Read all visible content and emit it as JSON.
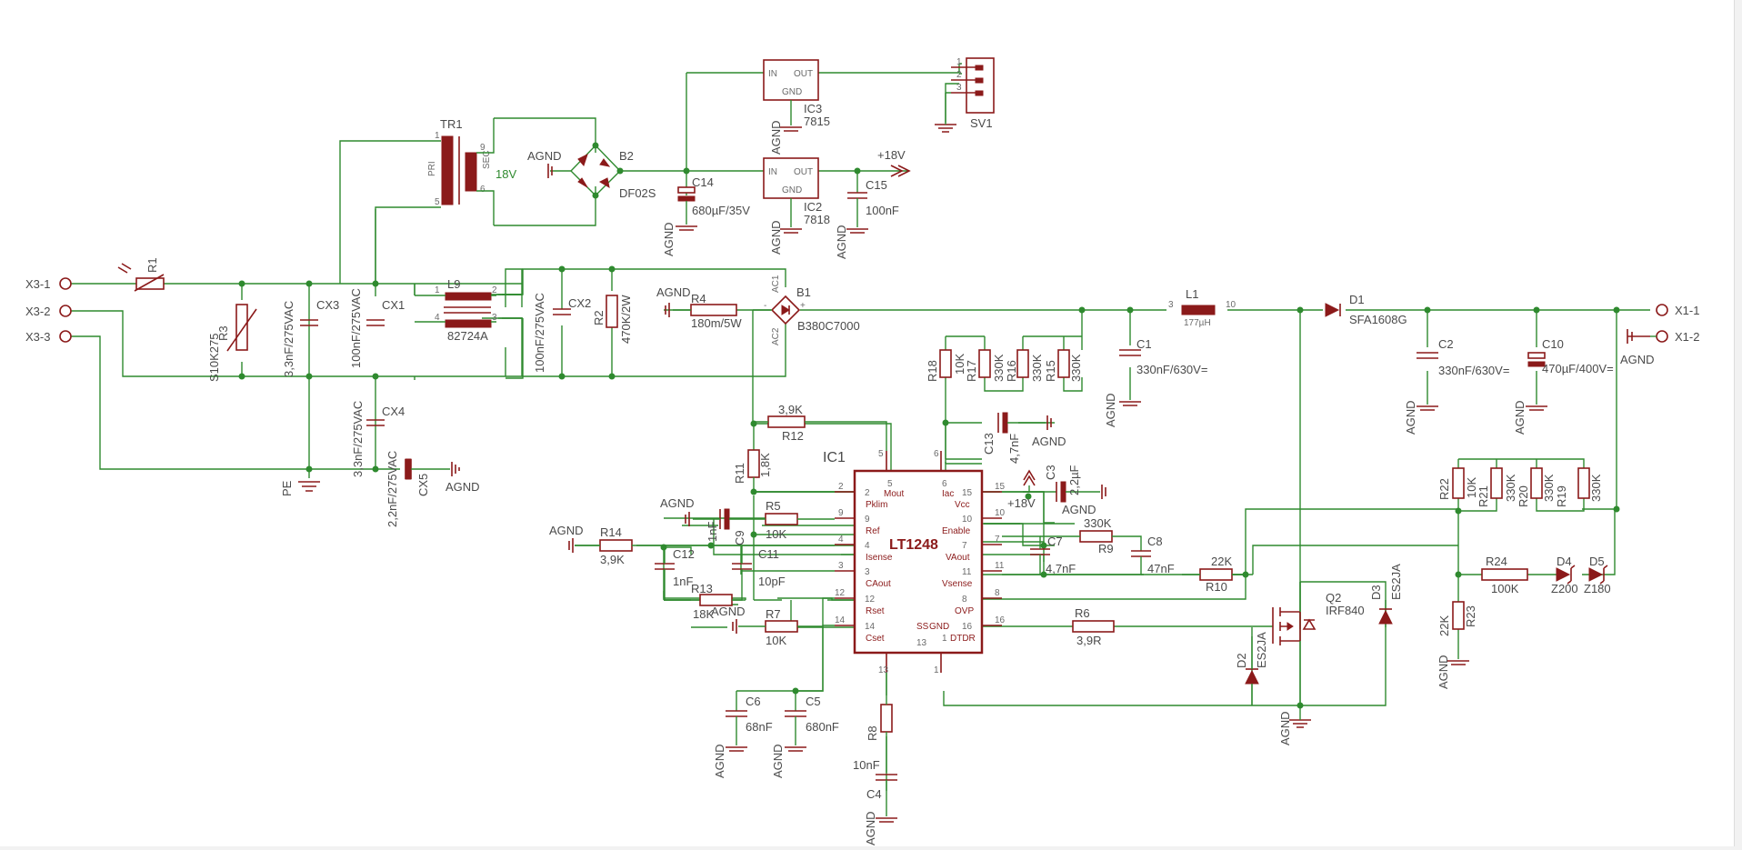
{
  "connectors": {
    "x3_1": "X3-1",
    "x3_2": "X3-2",
    "x3_3": "X3-3",
    "x1_1": "X1-1",
    "x1_2": "X1-2",
    "sv1": "SV1",
    "sv1_pins": [
      "1",
      "2",
      "3"
    ]
  },
  "nets": {
    "agnd": "AGND",
    "pe": "PE",
    "plus18": "+18V"
  },
  "ic1": {
    "ref": "IC1",
    "name": "LT1248"
  },
  "ic1_pins_left": [
    {
      "num": "2",
      "name": "Pklim"
    },
    {
      "num": "9",
      "name": "Ref"
    },
    {
      "num": "4",
      "name": "Isense"
    },
    {
      "num": "3",
      "name": "CAout"
    },
    {
      "num": "12",
      "name": "Rset"
    },
    {
      "num": "14",
      "name": "Cset"
    }
  ],
  "ic1_pins_right": [
    {
      "num": "15",
      "name": "Vcc"
    },
    {
      "num": "10",
      "name": "Enable"
    },
    {
      "num": "7",
      "name": "VAout"
    },
    {
      "num": "11",
      "name": "Vsense"
    },
    {
      "num": "8",
      "name": "OVP"
    },
    {
      "num": "16",
      "name": "DTDR"
    }
  ],
  "ic1_pins_top": [
    {
      "num": "5",
      "name": "Mout"
    },
    {
      "num": "6",
      "name": "Iac"
    }
  ],
  "ic1_pins_bottom": [
    {
      "num": "13",
      "name": "SS"
    },
    {
      "num": "1",
      "name": "GND"
    }
  ],
  "ic1_outer_pins": {
    "p2": "2",
    "p9": "9",
    "p4": "4",
    "p3": "3",
    "p12": "12",
    "p14": "14",
    "p15": "15",
    "p10": "10",
    "p7": "7",
    "p11": "11",
    "p8": "8",
    "p16": "16",
    "p5": "5",
    "p6": "6",
    "p13": "13",
    "p1": "1"
  },
  "ic3": {
    "ref": "IC3",
    "val": "7815",
    "in": "IN",
    "out": "OUT",
    "gnd": "GND"
  },
  "ic2": {
    "ref": "IC2",
    "val": "7818",
    "in": "IN",
    "out": "OUT",
    "gnd": "GND"
  },
  "tr1": {
    "ref": "TR1",
    "pri": "PRI",
    "sec": "SEC",
    "v": "18V",
    "p1": "1",
    "p5": "5",
    "p9": "9",
    "p6": "6"
  },
  "b2": {
    "ref": "B2",
    "val": "DF02S"
  },
  "b1": {
    "ref": "B1",
    "val": "B380C7000",
    "ac1": "AC1",
    "ac2": "AC2",
    "plus": "+",
    "minus": "-"
  },
  "l9": {
    "ref": "L9",
    "val": "82724A",
    "p1": "1",
    "p2": "2",
    "p3": "3",
    "p4": "4"
  },
  "l1": {
    "ref": "L1",
    "val": "177µH",
    "p3": "3",
    "p10": "10"
  },
  "q2": {
    "ref": "Q2",
    "val": "IRF840"
  },
  "d1": {
    "ref": "D1",
    "val": "SFA1608G"
  },
  "d2": {
    "ref": "D2",
    "val": "ES2JA"
  },
  "d3": {
    "ref": "D3",
    "val": "ES2JA"
  },
  "d4": {
    "ref": "D4",
    "val": "Z200"
  },
  "d5": {
    "ref": "D5",
    "val": "Z180"
  },
  "parts": {
    "r1": "R1",
    "r3": "R3",
    "r3v": "S10K275",
    "r2": "R2",
    "r2v": "470K/2W",
    "r4": "R4",
    "r4v": "180m/5W",
    "r5": "R5",
    "r5v": "10K",
    "r6": "R6",
    "r6v": "3,9R",
    "r7": "R7",
    "r7v": "10K",
    "r8": "R8",
    "r9": "R9",
    "r9v": "330K",
    "r10": "R10",
    "r10v": "22K",
    "r11": "R11",
    "r11v": "1,8K",
    "r12": "R12",
    "r12v": "3,9K",
    "r13": "R13",
    "r13v": "18K",
    "r14": "R14",
    "r14v": "3,9K",
    "r15": "R15",
    "r15v": "330K",
    "r16": "R16",
    "r16v": "330K",
    "r17": "R17",
    "r17v": "330K",
    "r18": "R18",
    "r18v": "10K",
    "r19": "R19",
    "r19v": "330K",
    "r20": "R20",
    "r20v": "330K",
    "r21": "R21",
    "r21v": "330K",
    "r22": "R22",
    "r22v": "10K",
    "r23": "R23",
    "r23v": "22K",
    "r24": "R24",
    "r24v": "100K",
    "c1": "C1",
    "c1v": "330nF/630V=",
    "c2": "C2",
    "c2v": "330nF/630V=",
    "c3": "C3",
    "c3v": "2,2µF",
    "c4": "C4",
    "c4v": "10nF",
    "c5": "C5",
    "c5v": "680nF",
    "c6": "C6",
    "c6v": "68nF",
    "c7": "C7",
    "c7v": "4,7nF",
    "c8": "C8",
    "c8v": "47nF",
    "c9": "C9",
    "c9v": "1nF",
    "c10": "C10",
    "c10v": "470µF/400V=",
    "c11": "C11",
    "c11v": "10pF",
    "c12": "C12",
    "c12v": "1nF",
    "c13": "C13",
    "c13v": "4,7nF",
    "c14": "C14",
    "c14v": "680µF/35V",
    "c15": "C15",
    "c15v": "100nF",
    "cx1": "CX1",
    "cx1v": "100nF/275VAC",
    "cx2": "CX2",
    "cx2v": "100nF/275VAC",
    "cx3": "CX3",
    "cx3v": "3,3nF/275VAC",
    "cx4": "CX4",
    "cx4v": "3,3nF/275VAC",
    "cx5": "CX5",
    "cx5v": "2,2nF/275VAC"
  },
  "colors": {
    "wire": "#2f8a2f",
    "part": "#8b1a1a"
  }
}
